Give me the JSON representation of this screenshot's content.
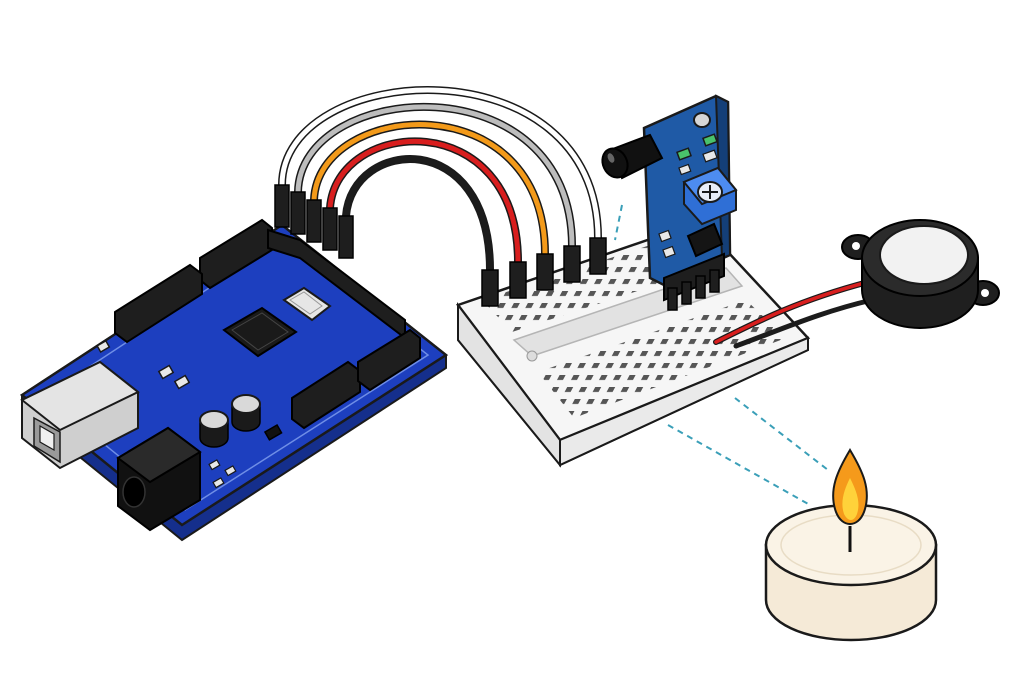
{
  "colors": {
    "background": "#ffffff",
    "outline": "#1a1a1a",
    "pcb_blue": "#1d3fbf",
    "pcb_edge": "#152f8c",
    "sensor_pcb": "#1f5aa6",
    "breadboard": "#f6f6f6",
    "breadboard_side": "#e3e3e3",
    "header_black": "#1e1e1e",
    "usb_metal": "#c9c9c9",
    "wire_white": "#ffffff",
    "wire_gray": "#bdbdbd",
    "wire_orange": "#f39a1a",
    "wire_red": "#d81e1e",
    "wire_black": "#1c1c1c",
    "potentiometer": "#2f6fd6",
    "led_green": "#49c26b",
    "ir_led": "#111111",
    "flame_orange": "#f59a1b",
    "flame_yellow": "#ffd23a",
    "candle_wax": "#f5ead7",
    "candle_top": "#faf3e6",
    "ir_beam": "#3a9fb8",
    "buzzer_body": "#1f1f1f",
    "buzzer_membrane": "#f2f2f2"
  },
  "components": [
    {
      "id": "arduino",
      "icon": "microcontroller-board-icon"
    },
    {
      "id": "breadboard",
      "icon": "breadboard-icon"
    },
    {
      "id": "flame-sensor",
      "icon": "ir-flame-sensor-icon"
    },
    {
      "id": "buzzer",
      "icon": "piezo-buzzer-icon"
    },
    {
      "id": "candle",
      "icon": "tealight-candle-icon"
    }
  ],
  "wires": [
    {
      "name": "wire-white",
      "color_key": "wire_white"
    },
    {
      "name": "wire-gray",
      "color_key": "wire_gray"
    },
    {
      "name": "wire-orange",
      "color_key": "wire_orange"
    },
    {
      "name": "wire-red",
      "color_key": "wire_red"
    },
    {
      "name": "wire-black",
      "color_key": "wire_black"
    }
  ]
}
